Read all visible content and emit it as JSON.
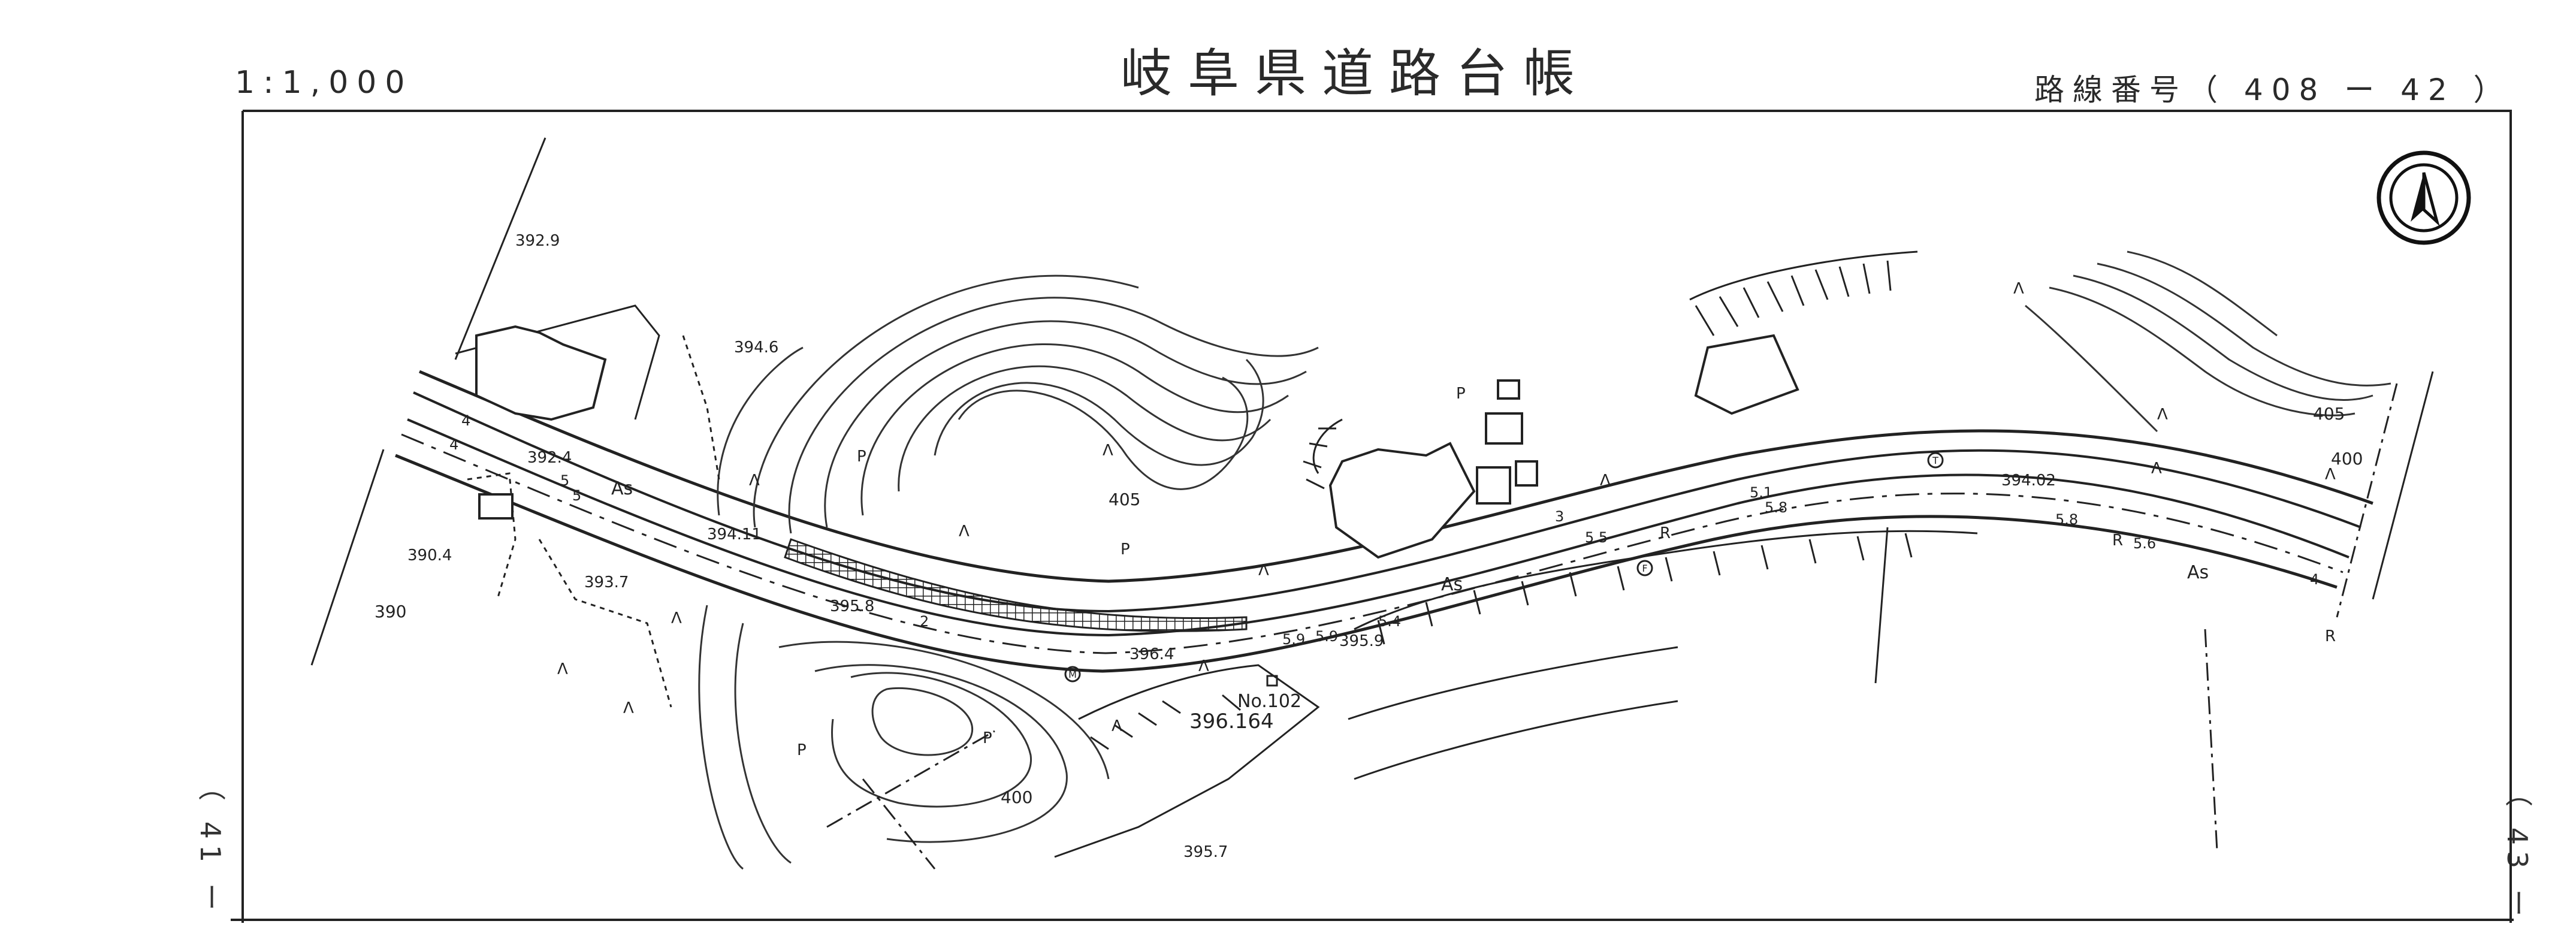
{
  "header": {
    "title": "岐阜県道路台帳",
    "scale": "1:1,000",
    "route_number": "路線番号（ 408 ー 42 ）"
  },
  "adjacent_sheets": {
    "left": "（ 41 ー",
    "right": "（ 43 ー"
  },
  "map": {
    "north_arrow_icon": "north-arrow-icon",
    "road_surface": "As",
    "station": {
      "label": "No.102",
      "elevation": "396.164"
    },
    "spot_elevations": [
      "392.9",
      "392.4",
      "390.4",
      "393.7",
      "394.6",
      "394.11",
      "395.8",
      "396.4",
      "395.9",
      "395.7",
      "394.02"
    ],
    "contour_labels": [
      "405",
      "400",
      "390",
      "405",
      "400"
    ],
    "road_widths": [
      "4",
      "5",
      "5",
      "4",
      "5.1",
      "5.8",
      "5.5",
      "3",
      "5.9",
      "5.9",
      "5.4",
      "5.8",
      "5.6",
      "4",
      "2"
    ],
    "curb_labels": [
      "R",
      "R",
      "R"
    ],
    "symbols": [
      "P",
      "P",
      "P",
      "P",
      "P",
      "Λ",
      "Λ",
      "Λ",
      "Λ",
      "Λ",
      "Λ",
      "Λ",
      "Λ",
      "Λ",
      "Λ",
      "Λ",
      "Λ",
      "Λ",
      "Λ"
    ],
    "circle_marks": [
      "M",
      "F",
      "T"
    ]
  }
}
